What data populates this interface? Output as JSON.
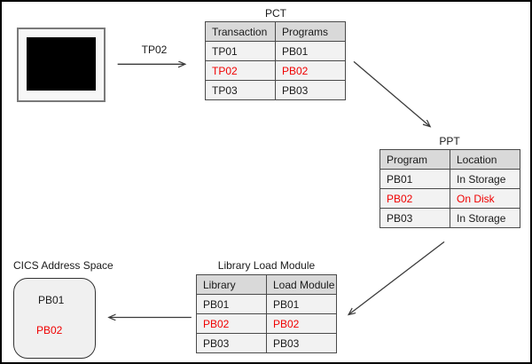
{
  "labels": {
    "transaction_input": "TP02"
  },
  "colors": {
    "highlight_red": "#f00000",
    "table_header_bg": "#d9d9d9",
    "table_row_bg": "#f2f2f2",
    "table_border": "#4a4a4a",
    "arrow": "#3a3a3a",
    "terminal_screen": "#000000"
  },
  "tables": {
    "pct": {
      "title": "PCT",
      "headers": [
        "Transaction",
        "Programs"
      ],
      "rows": [
        {
          "cells": [
            "TP01",
            "PB01"
          ],
          "highlighted": false
        },
        {
          "cells": [
            "TP02",
            "PB02"
          ],
          "highlighted": true
        },
        {
          "cells": [
            "TP03",
            "PB03"
          ],
          "highlighted": false
        }
      ]
    },
    "ppt": {
      "title": "PPT",
      "headers": [
        "Program",
        "Location"
      ],
      "rows": [
        {
          "cells": [
            "PB01",
            "In Storage"
          ],
          "highlighted": false
        },
        {
          "cells": [
            "PB02",
            "On Disk"
          ],
          "highlighted": true
        },
        {
          "cells": [
            "PB03",
            "In Storage"
          ],
          "highlighted": false
        }
      ]
    },
    "library": {
      "title": "Library Load Module",
      "headers": [
        "Library",
        "Load Module"
      ],
      "rows": [
        {
          "cells": [
            "PB01",
            "PB01"
          ],
          "highlighted": false
        },
        {
          "cells": [
            "PB02",
            "PB02"
          ],
          "highlighted": true
        },
        {
          "cells": [
            "PB03",
            "PB03"
          ],
          "highlighted": false
        }
      ]
    }
  },
  "cics": {
    "title": "CICS Address Space",
    "items": [
      {
        "label": "PB01",
        "highlighted": false
      },
      {
        "label": "PB02",
        "highlighted": true
      }
    ]
  }
}
